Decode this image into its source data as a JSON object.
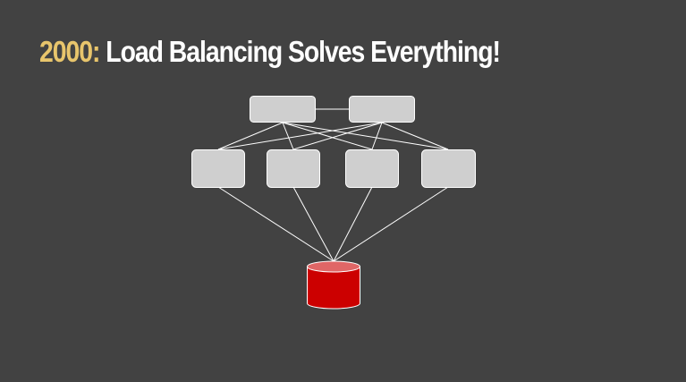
{
  "slide": {
    "title_year": "2000:",
    "title_text": "Load Balancing Solves Everything!"
  },
  "diagram": {
    "load_balancers": 2,
    "app_servers": 4,
    "databases": 1,
    "colors": {
      "background": "#424242",
      "box_fill": "#cfcfcf",
      "box_stroke": "#ffffff",
      "line": "#ffffff",
      "db_body": "#cc0000",
      "db_top": "#e06666",
      "title_accent": "#e8c56c",
      "title_text": "#ffffff"
    }
  }
}
